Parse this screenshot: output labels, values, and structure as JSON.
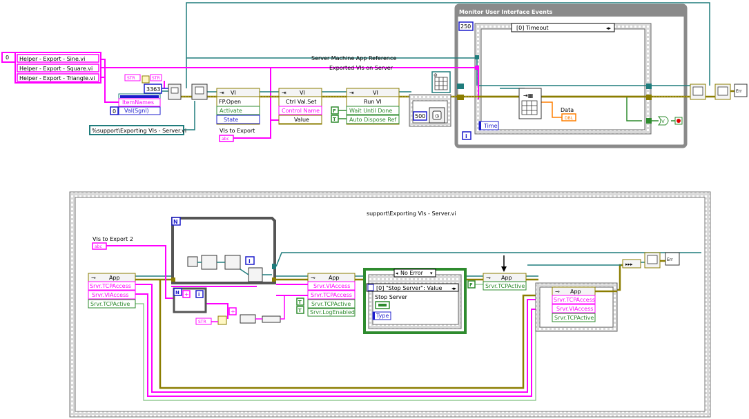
{
  "top": {
    "array_index": "0",
    "helper_vis": [
      "Helper - Export - Sine.vi",
      "Helper - Export - Square.vi",
      "Helper - Export - Triangle.vi"
    ],
    "port_number": "3363",
    "array_size_index": "0",
    "str_tag_1": "STR",
    "str_tag_2": "STR",
    "item_names": "ItemNames",
    "val_sgnl": "Val(Sgnl)",
    "server_path": "%support\\Exporting VIs - Server.vi",
    "wire_app_ref_label": "Server Machine App Reference",
    "wire_exported_label": "Exported VIs on Server",
    "fp_open": {
      "header": "VI",
      "title": "FP.Open",
      "props": [
        "Activate",
        "State"
      ]
    },
    "ctrl_val_set": {
      "header": "VI",
      "title": "Ctrl Val.Set",
      "props": [
        "Control Name",
        "Value"
      ]
    },
    "run_vi": {
      "header": "VI",
      "title": "Run VI",
      "props": [
        "Wait Until Done",
        "Auto Dispose Ref"
      ]
    },
    "bool_f": "F",
    "bool_t": "T",
    "vis_to_export_label": "VIs to Export",
    "abc_tag": "abc",
    "wait_ms": "500",
    "event_struct_title": "Monitor User Interface Events",
    "event_timeout": "250",
    "event_case": "[0] Timeout",
    "event_time": "Time",
    "data_label": "Data",
    "dbl_tag": "DBL",
    "loop_iter": "i"
  },
  "bottom": {
    "frame_label": "support\\Exporting VIs - Server.vi",
    "vis_to_export2_label": "VIs to Export 2",
    "abc_tag": "abc",
    "n_label": "N",
    "i_label": "i",
    "plus_label": "+",
    "app_left": {
      "header": "App",
      "props": [
        "Srvr.TCPAccess",
        "Srvr.VIAccess",
        "Srvr.TCPActive"
      ]
    },
    "app_mid": {
      "header": "App",
      "props": [
        "Srvr.VIAccess",
        "Srvr.TCPAccess",
        "Srvr.TCPActive",
        "Srvr.LogEnabled"
      ]
    },
    "case_selector": "No Error",
    "event_case": "[0] \"Stop Server\": Value",
    "stop_server": "Stop Server",
    "event_type": "Type",
    "app_after": {
      "header": "App",
      "props": [
        "Srvr.TCPActive"
      ]
    },
    "app_right": {
      "header": "App",
      "props": [
        "Srvr.TCPAccess",
        "Srvr.VIAccess",
        "Srvr.TCPActive"
      ]
    },
    "bool_f": "F",
    "bool_t": "T",
    "str_tag": "STR",
    "i_small": "i"
  },
  "colors": {
    "error_cluster": "#8b7d00",
    "refnum": "#1f7c7c",
    "string": "#ff00ff",
    "boolean": "#2e8b2e",
    "numeric": "#1c1ccc",
    "orange": "#ff7f00",
    "frame": "#999999"
  }
}
